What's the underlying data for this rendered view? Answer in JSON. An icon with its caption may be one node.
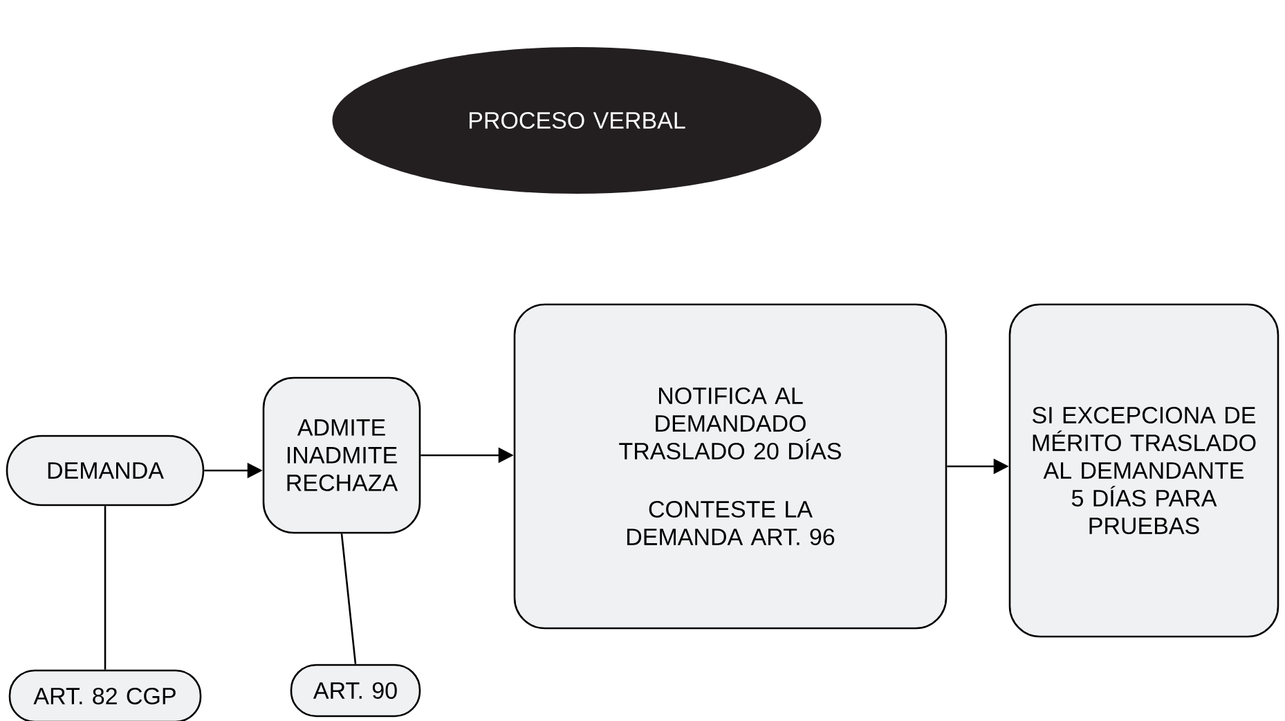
{
  "diagram": {
    "nodes": [
      {
        "text": [
          "PROCESO VERBAL"
        ]
      },
      {
        "text": [
          "DEMANDA"
        ]
      },
      {
        "text": [
          "ADMITE INADMITE RECHAZA"
        ]
      },
      {
        "text": [
          "NOTIFICA AL DEMANDADO TRASLADO 20 DÍAS",
          "CONTESTE LA DEMANDA ART. 96"
        ]
      },
      {
        "text": [
          "SI EXCEPCIONA DE MÉRITO TRASLADO AL DEMANDANTE 5 DÍAS PARA PRUEBAS"
        ]
      },
      {
        "text": [
          "ART. 82 CGP"
        ]
      },
      {
        "text": [
          "ART. 90"
        ]
      }
    ],
    "edges": [
      {
        "from": 1,
        "to": 2,
        "arrow": "to"
      },
      {
        "from": 2,
        "to": 3,
        "arrow": "to"
      },
      {
        "from": 3,
        "to": 4,
        "arrow": "to"
      },
      {
        "from": 1,
        "to": 5,
        "arrow": "none"
      },
      {
        "from": 2,
        "to": 6,
        "arrow": "none"
      }
    ]
  }
}
